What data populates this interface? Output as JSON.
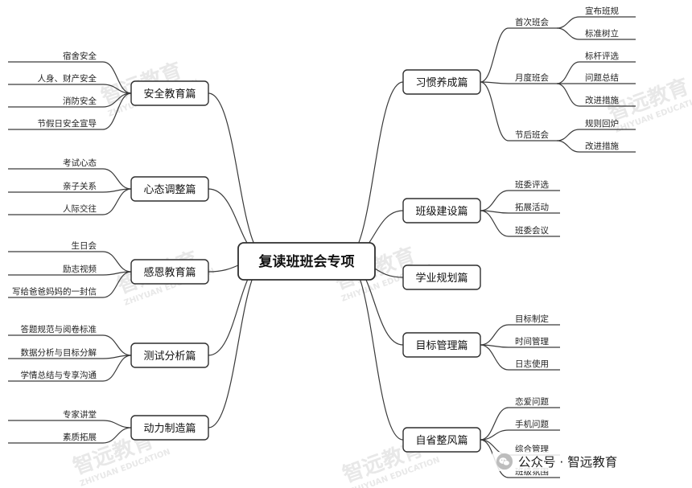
{
  "root": "复读班班会专项",
  "left": [
    {
      "title": "安全教育篇",
      "leaves": [
        "宿舍安全",
        "人身、财产安全",
        "消防安全",
        "节假日安全宣导"
      ]
    },
    {
      "title": "心态调整篇",
      "leaves": [
        "考试心态",
        "亲子关系",
        "人际交往"
      ]
    },
    {
      "title": "感恩教育篇",
      "leaves": [
        "生日会",
        "励志视频",
        "写给爸爸妈妈的一封信"
      ]
    },
    {
      "title": "测试分析篇",
      "leaves": [
        "答题规范与阅卷标准",
        "数据分析与目标分解",
        "学情总结与专享沟通"
      ]
    },
    {
      "title": "动力制造篇",
      "leaves": [
        "专家讲堂",
        "素质拓展"
      ]
    }
  ],
  "right": [
    {
      "title": "习惯养成篇",
      "subs": [
        {
          "label": "首次班会",
          "leaves": [
            "宣布班规",
            "标准树立"
          ]
        },
        {
          "label": "月度班会",
          "leaves": [
            "标杆评选",
            "问题总结",
            "改进措施"
          ]
        },
        {
          "label": "节后班会",
          "leaves": [
            "规则回炉",
            "改进措施"
          ]
        }
      ]
    },
    {
      "title": "班级建设篇",
      "leaves": [
        "班委评选",
        "拓展活动",
        "班委会议"
      ]
    },
    {
      "title": "学业规划篇",
      "leaves": []
    },
    {
      "title": "目标管理篇",
      "leaves": [
        "目标制定",
        "时间管理",
        "日志使用"
      ]
    },
    {
      "title": "自省整风篇",
      "leaves": [
        "恋爱问题",
        "手机问题",
        "综合管理",
        "班级氛围"
      ]
    }
  ],
  "watermark": {
    "cn": "智远教育",
    "en": "ZHIYUAN EDUCATION"
  },
  "credit": {
    "icon": "wechat-icon",
    "text": "公众号 · 智远教育"
  }
}
